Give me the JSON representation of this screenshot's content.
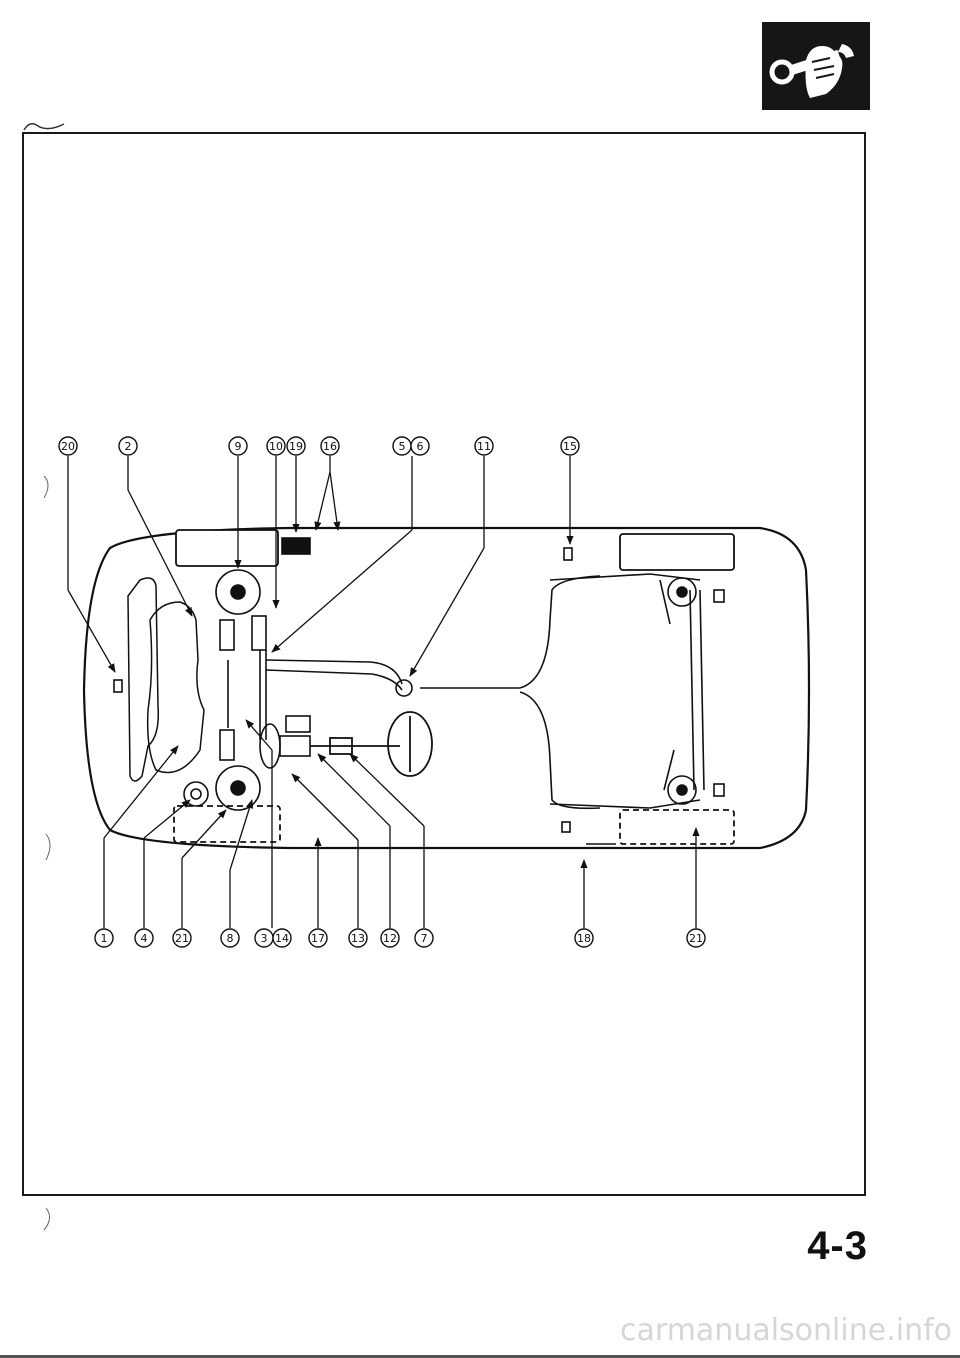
{
  "page": {
    "number": "4-3",
    "watermark": "carmanualsonline.info"
  },
  "badge": {
    "icon": "hand-wrench-icon"
  },
  "callouts": {
    "top": [
      "20",
      "2",
      "9",
      "10",
      "19",
      "16",
      "5",
      "6",
      "11",
      "15"
    ],
    "bottom": [
      "1",
      "4",
      "21",
      "8",
      "3",
      "14",
      "17",
      "13",
      "12",
      "7",
      "18",
      "21"
    ]
  },
  "colors": {
    "ink": "#111111",
    "badge": "#161616",
    "watermark": "#d6d6d6"
  }
}
